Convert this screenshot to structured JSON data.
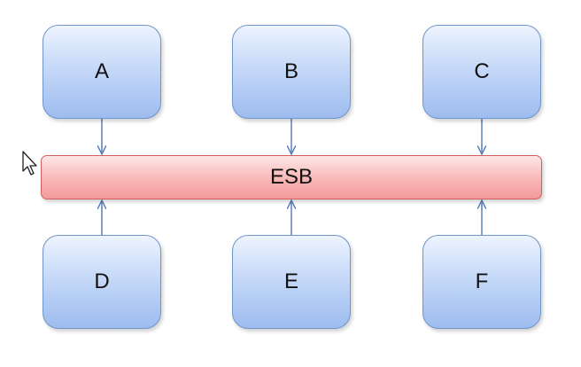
{
  "bus": {
    "label": "ESB"
  },
  "services_top": [
    {
      "label": "A"
    },
    {
      "label": "B"
    },
    {
      "label": "C"
    }
  ],
  "services_bottom": [
    {
      "label": "D"
    },
    {
      "label": "E"
    },
    {
      "label": "F"
    }
  ],
  "colors": {
    "service_fill": "#c6d9f8",
    "service_border": "#6f95c9",
    "bus_fill": "#f8b6b6",
    "bus_border": "#d06060",
    "arrow": "#5b7fb8"
  },
  "icons": {
    "cursor": "mouse-pointer-icon"
  }
}
